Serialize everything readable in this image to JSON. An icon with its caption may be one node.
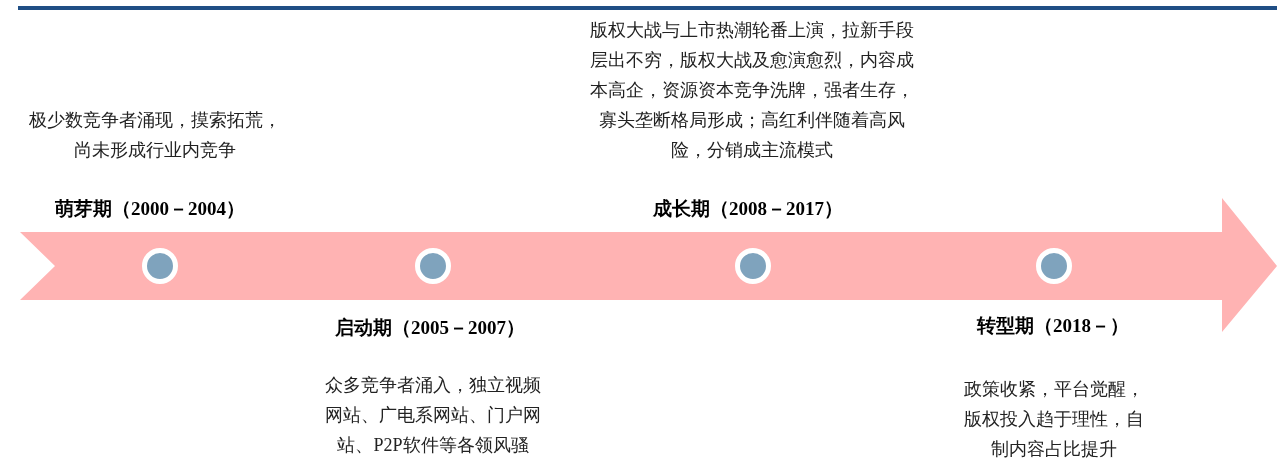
{
  "diagram": {
    "nodes": [
      {
        "text": [],
        "shape": "circle",
        "beside": [
          "萌芽期（2000－2004）",
          "极少数竞争者涌现，摸索拓荒，尚未形成行业内竞争"
        ]
      },
      {
        "text": [],
        "shape": "circle",
        "beside": [
          "启动期（2005－2007）",
          "众多竞争者涌入，独立视频网站、广电系网站、门户网站、P2P软件等各领风骚"
        ]
      },
      {
        "text": [],
        "shape": "circle",
        "beside": [
          "成长期（2008－2017）"
        ]
      },
      {
        "text": [],
        "shape": "circle",
        "beside": [
          "转型期（2018－）",
          "政策收紧，平台觉醒，版权投入趋于理性，自制内容占比提升"
        ]
      }
    ],
    "edges": [],
    "labels": [
      "版权大战与上市热潮轮番上演，拉新手段层出不穷，版权大战及愈演愈烈，内容成本高企，资源资本竞争洗牌，强者生存，寡头垄断格局形成；高红利伴随着高风险，分销成主流模式"
    ]
  }
}
